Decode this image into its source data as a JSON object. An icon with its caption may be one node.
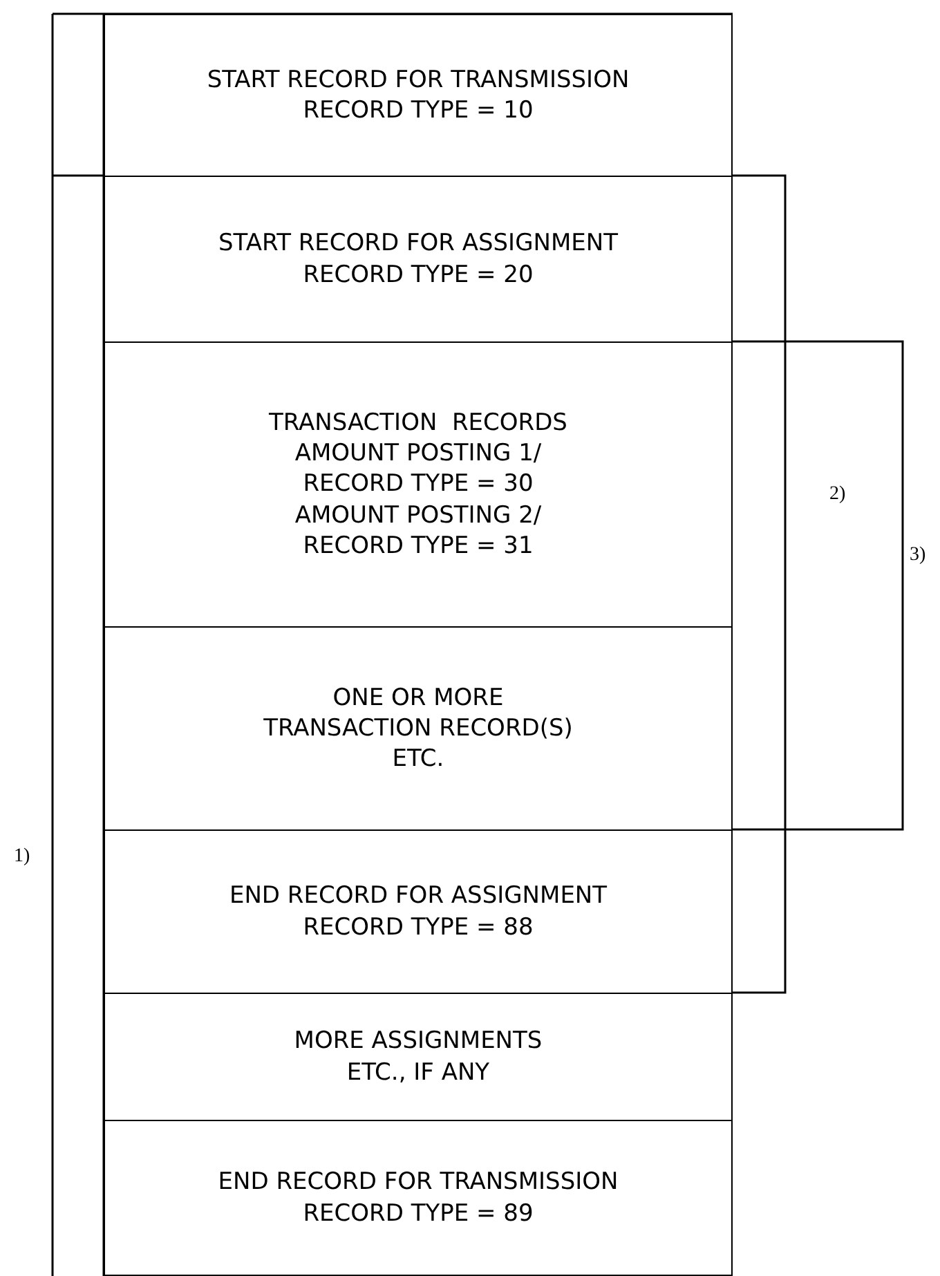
{
  "diagram": {
    "nodes": [
      {
        "text": [
          "START RECORD FOR TRANSMISSION RECORD TYPE = 10"
        ]
      },
      {
        "text": [
          "START RECORD FOR ASSIGNMENT RECORD TYPE = 20"
        ]
      },
      {
        "text": [
          "TRANSACTION  RECORDS AMOUNT POSTING 1/ RECORD TYPE = 30 AMOUNT POSTING 2/ RECORD TYPE = 31"
        ]
      },
      {
        "text": [
          "ONE OR MORE TRANSACTION RECORD(S) ETC."
        ]
      },
      {
        "text": [
          "END RECORD FOR ASSIGNMENT RECORD TYPE = 88"
        ]
      },
      {
        "text": [
          "MORE ASSIGNMENTS ETC., IF ANY"
        ]
      },
      {
        "text": [
          "END RECORD FOR TRANSMISSION RECORD TYPE = 89"
        ]
      }
    ],
    "labels": [
      "2)",
      "3)",
      "1)"
    ]
  }
}
